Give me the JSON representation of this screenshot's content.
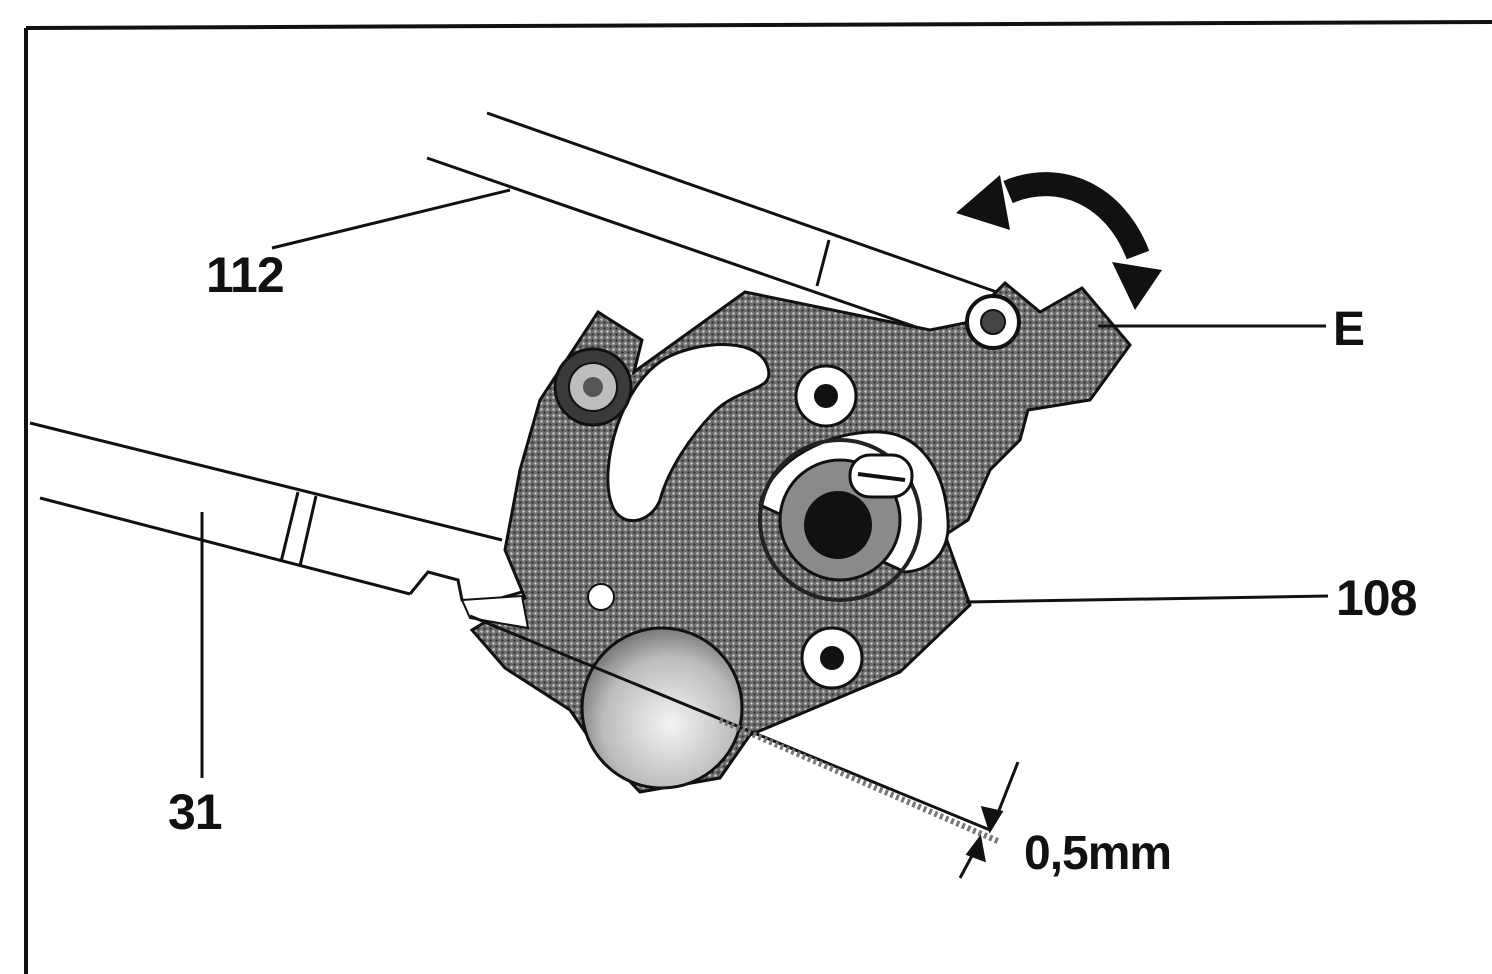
{
  "labels": {
    "part_112": "112",
    "part_31": "31",
    "point_e": "E",
    "part_108": "108",
    "dimension": "0,5mm"
  },
  "icons": [
    "rotate-arrow-icon",
    "dimension-arrow-icon"
  ],
  "colors": {
    "ink": "#111111",
    "plate_fill": "#6e6e6e",
    "paper": "#ffffff"
  }
}
